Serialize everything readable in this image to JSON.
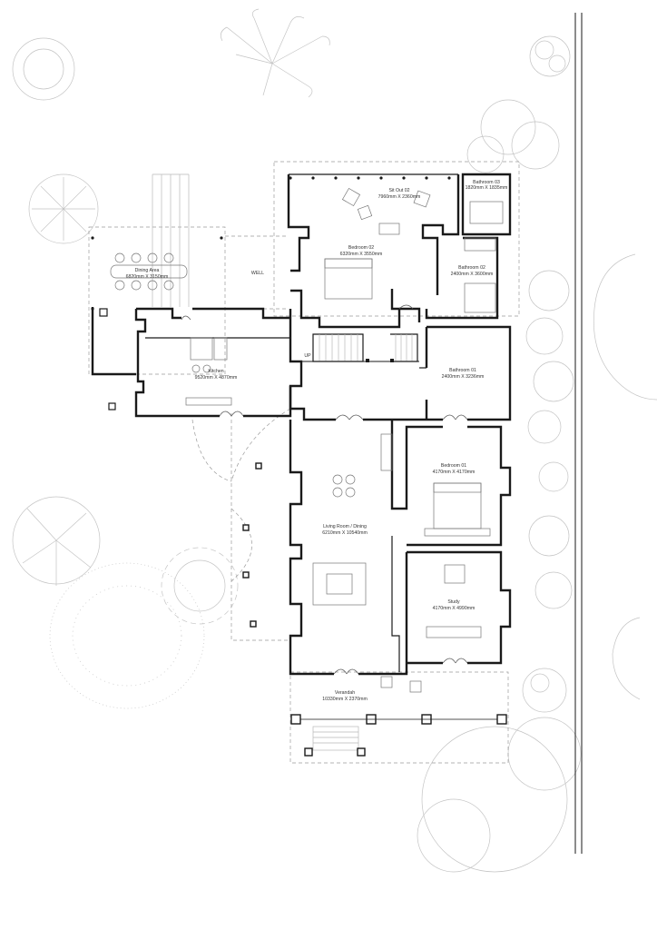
{
  "rooms": [
    {
      "id": "sitout02",
      "name": "Sit Out 02",
      "dims": "7960mm X 2360mm"
    },
    {
      "id": "bathroom03",
      "name": "Bathroom 03",
      "dims": "1820mm X 1835mm"
    },
    {
      "id": "bedroom02",
      "name": "Bedroom 02",
      "dims": "6320mm X 3550mm"
    },
    {
      "id": "bathroom02",
      "name": "Bathroom 02",
      "dims": "2400mm X 3600mm"
    },
    {
      "id": "dining",
      "name": "Dining Area",
      "dims": "6820mm X 3150mm"
    },
    {
      "id": "kitchen",
      "name": "Kitchen",
      "dims": "9520mm X 4870mm"
    },
    {
      "id": "bathroom01",
      "name": "Bathroom 01",
      "dims": "2400mm X 3236mm"
    },
    {
      "id": "bedroom01",
      "name": "Bedroom 01",
      "dims": "4170mm X 4170mm"
    },
    {
      "id": "living",
      "name": "Living Room / Dining",
      "dims": "6210mm X 10540mm"
    },
    {
      "id": "study",
      "name": "Study",
      "dims": "4170mm X 4990mm"
    },
    {
      "id": "verandah",
      "name": "Verandah",
      "dims": "10330mm X 2370mm"
    }
  ],
  "labels": {
    "well": "WELL",
    "up": "UP"
  },
  "colors": {
    "wall": "#1a1a1a",
    "landscape": "#c4c4c4",
    "background": "#ffffff"
  }
}
